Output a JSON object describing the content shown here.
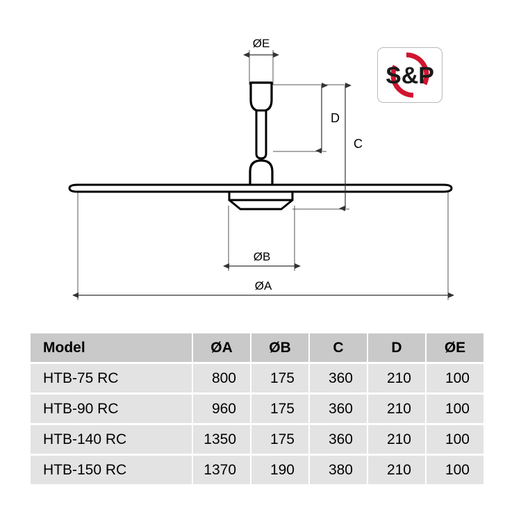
{
  "diagram": {
    "title": "HTB-RC ceiling fan dimensional drawing",
    "dimension_labels": {
      "diameter_a": "ØA",
      "diameter_b": "ØB",
      "diameter_e": "ØE",
      "height_c": "C",
      "height_d": "D"
    }
  },
  "logo": {
    "text": "S&P",
    "accent_color": "#d1142f",
    "text_color": "#1a1a1a",
    "border_color": "#b9b9b9"
  },
  "table": {
    "columns": [
      "Model",
      "ØA",
      "ØB",
      "C",
      "D",
      "ØE"
    ],
    "rows": [
      {
        "model": "HTB-75 RC",
        "a": "800",
        "b": "175",
        "c": "360",
        "d": "210",
        "e": "100"
      },
      {
        "model": "HTB-90 RC",
        "a": "960",
        "b": "175",
        "c": "360",
        "d": "210",
        "e": "100"
      },
      {
        "model": "HTB-140 RC",
        "a": "1350",
        "b": "175",
        "c": "360",
        "d": "210",
        "e": "100"
      },
      {
        "model": "HTB-150 RC",
        "a": "1370",
        "b": "190",
        "c": "380",
        "d": "210",
        "e": "100"
      }
    ],
    "header_bg": "#c9c9c9",
    "row_bg": "#e3e3e3"
  }
}
